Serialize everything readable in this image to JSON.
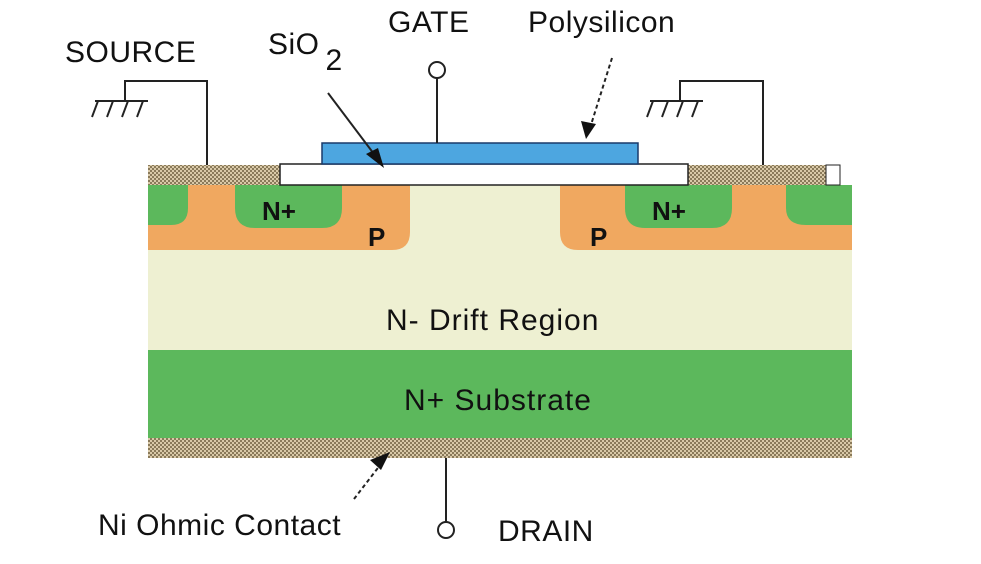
{
  "labels": {
    "source": "SOURCE",
    "sio2_main": "SiO",
    "sio2_sub": "2",
    "gate": "GATE",
    "polysilicon": "Polysilicon",
    "n_plus_left": "N+",
    "n_plus_right": "N+",
    "p_left": "P",
    "p_right": "P",
    "drift_region": "N- Drift Region",
    "substrate": "N+ Substrate",
    "ohmic_contact": "Ni Ohmic Contact",
    "drain": "DRAIN"
  },
  "colors": {
    "n_plus": "#5cb85c",
    "p_well": "#f0a860",
    "drift": "#eef0d2",
    "substrate": "#5cb85c",
    "polysilicon": "#4da6e0",
    "oxide": "#ffffff",
    "contact_metal": "#d9c9a8",
    "wire": "#222222"
  }
}
